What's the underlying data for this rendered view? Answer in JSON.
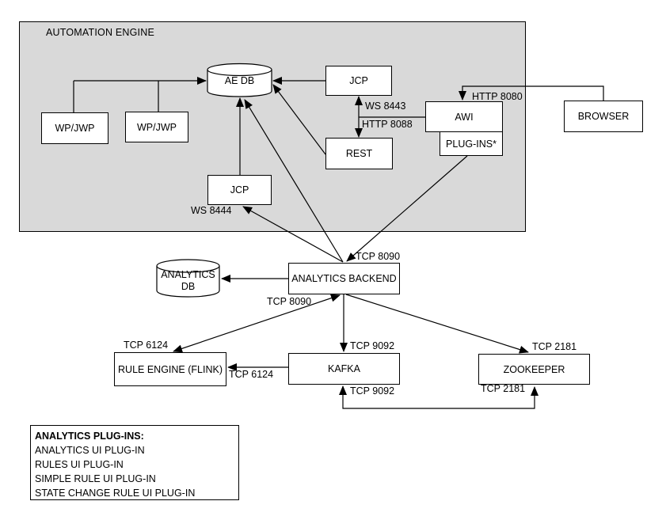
{
  "title": "AUTOMATION ENGINE",
  "nodes": {
    "wp_jwp_1": "WP/JWP",
    "wp_jwp_2": "WP/JWP",
    "ae_db": "AE DB",
    "jcp_top": "JCP",
    "rest": "REST",
    "awi": "AWI",
    "plug_ins": "PLUG-INS*",
    "browser": "BROWSER",
    "jcp_lower": "JCP",
    "analytics_db_line1": "ANALYTICS",
    "analytics_db_line2": "DB",
    "analytics_backend": "ANALYTICS BACKEND",
    "rule_engine": "RULE ENGINE (FLINK)",
    "kafka": "KAFKA",
    "zookeeper": "ZOOKEEPER"
  },
  "edge_labels": {
    "ws_8443": "WS 8443",
    "http_8088": "HTTP 8088",
    "http_8080": "HTTP 8080",
    "ws_8444": "WS 8444",
    "tcp_8090_into_backend": "TCP 8090",
    "tcp_8090_from_rule_engine": "TCP 8090",
    "tcp_6124_to_rule_engine": "TCP 6124",
    "tcp_6124_kafka_to_rule_engine": "TCP 6124",
    "tcp_9092_to_kafka": "TCP 9092",
    "tcp_9092_bottom_to_kafka": "TCP 9092",
    "tcp_2181_to_zookeeper": "TCP 2181",
    "tcp_2181_bottom_to_zookeeper": "TCP 2181"
  },
  "legend": {
    "title": "ANALYTICS PLUG-INS:",
    "items": [
      "ANALYTICS UI PLUG-IN",
      "RULES UI PLUG-IN",
      "SIMPLE RULE UI PLUG-IN",
      "STATE CHANGE RULE UI PLUG-IN"
    ]
  },
  "colors": {
    "container_fill": "#d9d9d9",
    "node_fill": "#ffffff",
    "line": "#000000"
  }
}
